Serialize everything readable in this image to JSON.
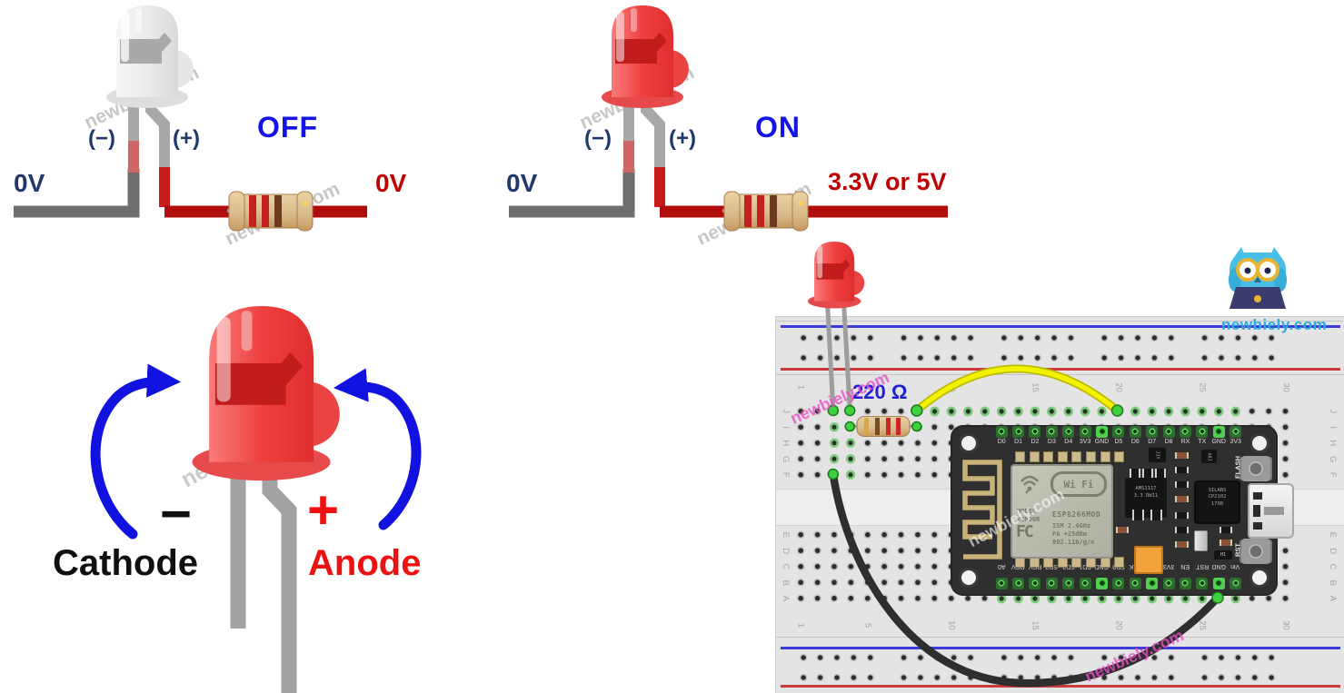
{
  "site": "newbiely.com",
  "watermark": "newbiely.com",
  "led_states": {
    "off": {
      "label": "OFF",
      "cathode": "(−)",
      "anode": "(+)",
      "left_voltage": "0V",
      "right_voltage": "0V"
    },
    "on": {
      "label": "ON",
      "cathode": "(−)",
      "anode": "(+)",
      "left_voltage": "0V",
      "right_voltage": "3.3V or 5V"
    }
  },
  "polarity": {
    "minus_symbol": "−",
    "plus_symbol": "+",
    "cathode": "Cathode",
    "anode": "Anode"
  },
  "breadboard": {
    "resistor_value": "220 Ω",
    "column_labels": [
      "1",
      "5",
      "10",
      "15",
      "20",
      "25",
      "30"
    ],
    "row_letters_top": [
      "J",
      "I",
      "H",
      "G",
      "F"
    ],
    "row_letters_bottom": [
      "E",
      "D",
      "C",
      "B",
      "A"
    ],
    "nodemcu": {
      "top_pins": [
        "D0",
        "D1",
        "D2",
        "D3",
        "D4",
        "3V3",
        "GND",
        "D5",
        "D6",
        "D7",
        "D8",
        "RX",
        "TX",
        "GND",
        "3V3"
      ],
      "bottom_pins": [
        "A0",
        "RSV",
        "RSV",
        "SD3",
        "SD2",
        "SD1",
        "GND",
        "SD0",
        "CLK",
        "GND",
        "3V3",
        "EN",
        "RST",
        "GND",
        "Vin"
      ],
      "flash_button": "FLASH",
      "reset_button": "RST",
      "module": {
        "wifi_logo": "Wi Fi",
        "model_line1": "MODEL",
        "model_line2": "VENDOR",
        "chip_name": "ESP8266MOD",
        "fcc_logo": "FC",
        "spec_line1": "ISM 2.4GHz",
        "spec_line2": "PA  +25dBm",
        "spec_line3": "802.11b/g/n"
      },
      "regulator_line1": "AMS1117",
      "regulator_line2": "3.3  DW11",
      "usb_chip_line1": "SILABS",
      "usb_chip_line2": "CP2102",
      "usb_chip_line3": "1708",
      "transistor_left": "J3Y",
      "transistor_right": "A8J"
    }
  },
  "colors": {
    "state_blue": "#1414e6",
    "polarity_navy": "#21386b",
    "voltage_red": "#c00000",
    "anode_red": "#ee1111",
    "logo_cyan": "#29abe2",
    "wire_yellow": "#f2f200",
    "wire_black": "#2e2e2e",
    "led_red": "#ef4040",
    "pin_green": "#5ed45e"
  }
}
